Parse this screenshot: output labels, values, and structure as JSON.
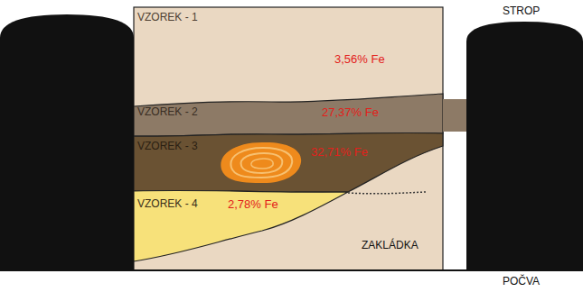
{
  "diagram": {
    "nodes": [
      {
        "text": [
          "VZOREK - 1",
          "3,56% Fe"
        ]
      },
      {
        "text": [
          "VZOREK - 2",
          "27,37% Fe"
        ]
      },
      {
        "text": [
          "VZOREK - 3",
          "32,71% Fe"
        ]
      },
      {
        "text": [
          "VZOREK - 4",
          "2,78% Fe"
        ]
      },
      {
        "text": [
          "ZAKLÁDKA"
        ]
      }
    ],
    "labels": [
      "STROP",
      "POČVA"
    ]
  }
}
